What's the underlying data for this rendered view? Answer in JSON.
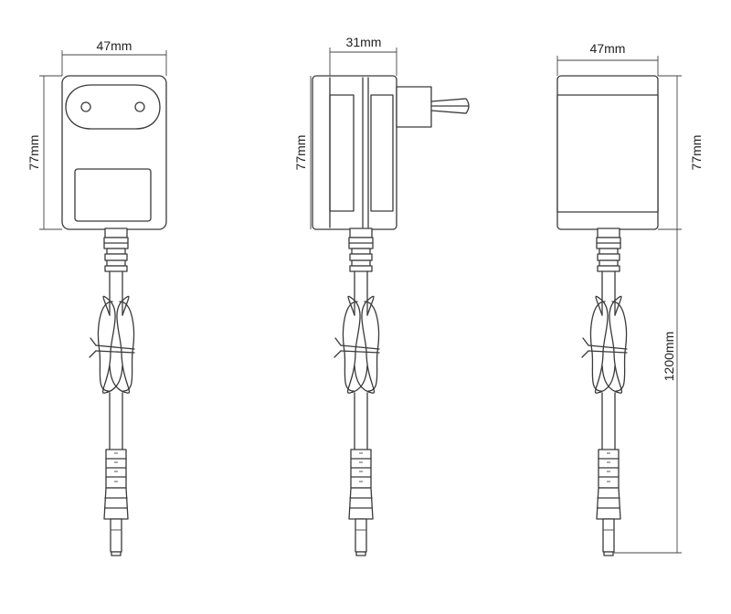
{
  "dimensions": {
    "front_width": "47mm",
    "front_height": "77mm",
    "side_depth": "31mm",
    "side_height": "77mm",
    "back_width": "47mm",
    "back_height": "77mm",
    "cable_length": "1200mm"
  },
  "colors": {
    "line": "#3a3a3a",
    "background": "#ffffff"
  }
}
